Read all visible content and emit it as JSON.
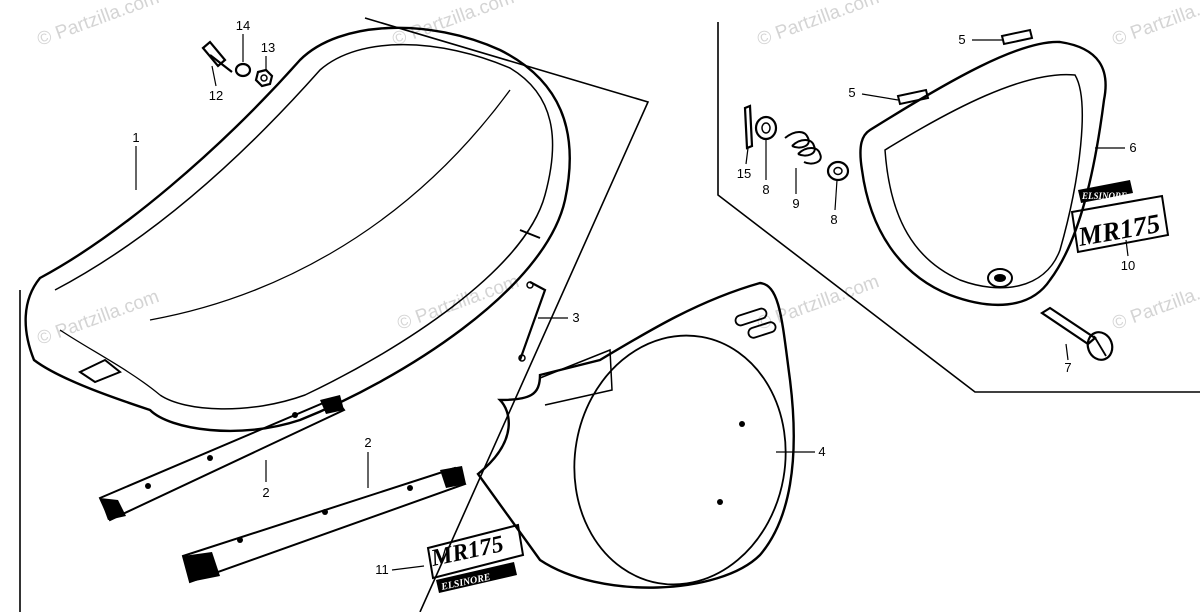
{
  "watermark": {
    "text": "© Partzilla.com"
  },
  "callouts": [
    {
      "id": "c14",
      "number": "14"
    },
    {
      "id": "c13",
      "number": "13"
    },
    {
      "id": "c12",
      "number": "12"
    },
    {
      "id": "c1",
      "number": "1"
    },
    {
      "id": "c2a",
      "number": "2"
    },
    {
      "id": "c2b",
      "number": "2"
    },
    {
      "id": "c3",
      "number": "3"
    },
    {
      "id": "c4",
      "number": "4"
    },
    {
      "id": "c5a",
      "number": "5"
    },
    {
      "id": "c5b",
      "number": "5"
    },
    {
      "id": "c6",
      "number": "6"
    },
    {
      "id": "c15",
      "number": "15"
    },
    {
      "id": "c8a",
      "number": "8"
    },
    {
      "id": "c9",
      "number": "9"
    },
    {
      "id": "c8b",
      "number": "8"
    },
    {
      "id": "c10",
      "number": "10"
    },
    {
      "id": "c7",
      "number": "7"
    },
    {
      "id": "c11",
      "number": "11"
    }
  ],
  "emblems": {
    "side_cover": {
      "top": "ELSINORE",
      "model": "MR175"
    },
    "loose": {
      "model": "MR175",
      "bottom": "ELSINORE"
    }
  },
  "colors": {
    "ink": "#000000",
    "paper": "#ffffff",
    "watermark": "#d4d4d4"
  }
}
